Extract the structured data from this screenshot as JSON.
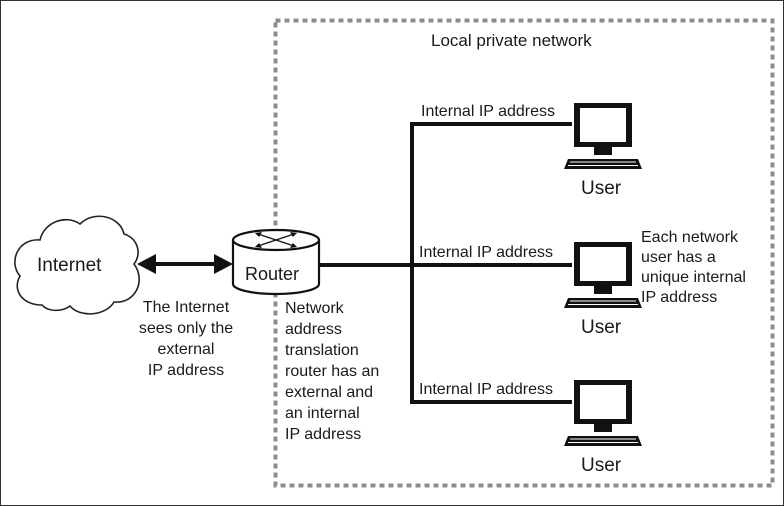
{
  "network": {
    "title": "Local private network"
  },
  "internet": {
    "label": "Internet",
    "caption": "The Internet\nsees only the\nexternal\nIP address"
  },
  "router": {
    "label": "Router",
    "caption": "Network\naddress\ntranslation\nrouter has an\nexternal and\nan internal\nIP address"
  },
  "links": [
    "Internal IP address",
    "Internal IP address",
    "Internal IP address"
  ],
  "users": [
    "User",
    "User",
    "User"
  ],
  "user_note": "Each network\nuser has a\nunique internal\nIP address",
  "colors": {
    "line": "#111111",
    "dash": "#8c8c8c",
    "screen": "#ffffff"
  },
  "icons": [
    "cloud-icon",
    "router-icon",
    "computer-icon",
    "double-arrow-icon"
  ]
}
